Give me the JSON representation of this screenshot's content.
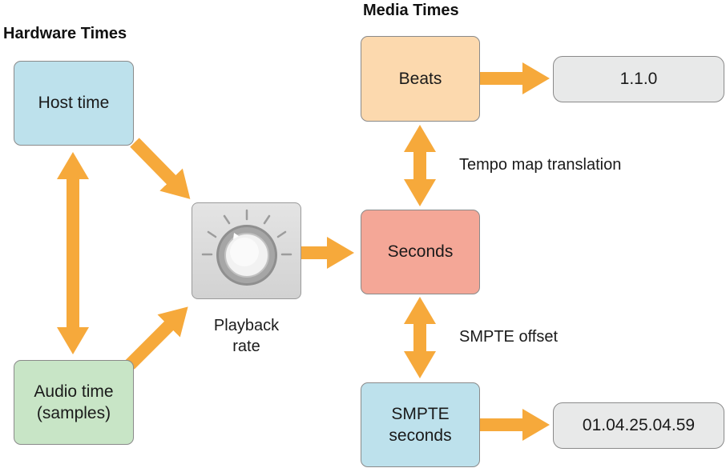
{
  "headings": {
    "hardware": "Hardware Times",
    "media": "Media Times"
  },
  "nodes": {
    "host_time": "Host time",
    "audio_time": "Audio time\n(samples)",
    "beats": "Beats",
    "seconds": "Seconds",
    "smpte_seconds": "SMPTE\nseconds",
    "beats_value": "1.1.0",
    "smpte_value": "01.04.25.04.59"
  },
  "labels": {
    "playback_rate": "Playback\nrate",
    "tempo_map": "Tempo map translation",
    "smpte_offset": "SMPTE offset"
  },
  "colors": {
    "arrow": "#f6a93b",
    "host_time": "#bde1ec",
    "audio_time": "#c8e5c6",
    "beats": "#fcd9ae",
    "seconds": "#f4a797",
    "smpte_seconds": "#bde1ec",
    "value_box": "#e8e9e9"
  },
  "icons": {
    "knob": "playback-rate-knob-icon"
  }
}
